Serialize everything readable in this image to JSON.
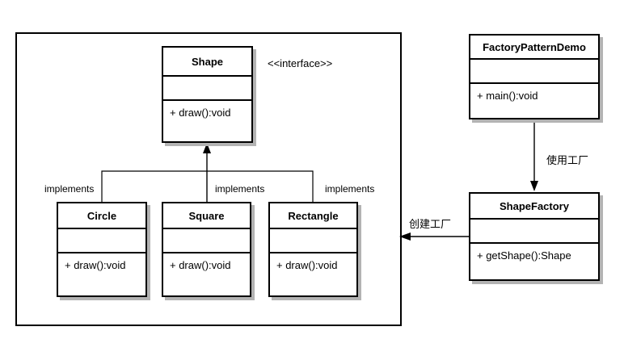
{
  "diagram": {
    "title_hint": "Factory Pattern UML class diagram",
    "stereotype_label": "<<interface>>",
    "classes": {
      "shape": {
        "name": "Shape",
        "method": "+ draw():void"
      },
      "circle": {
        "name": "Circle",
        "method": "+ draw():void"
      },
      "square": {
        "name": "Square",
        "method": "+ draw():void"
      },
      "rectangle": {
        "name": "Rectangle",
        "method": "+ draw():void"
      },
      "factory_demo": {
        "name": "FactoryPatternDemo",
        "method": "+ main():void"
      },
      "shape_factory": {
        "name": "ShapeFactory",
        "method": "+ getShape():Shape"
      }
    },
    "edge_labels": {
      "implements": [
        "implements",
        "implements",
        "implements"
      ],
      "use_factory": "使用工厂",
      "create_factory": "创建工厂"
    },
    "colors": {
      "line": "#000000",
      "box_fill": "#ffffff",
      "shadow": "#b3b3b3",
      "background": "#ffffff"
    }
  }
}
